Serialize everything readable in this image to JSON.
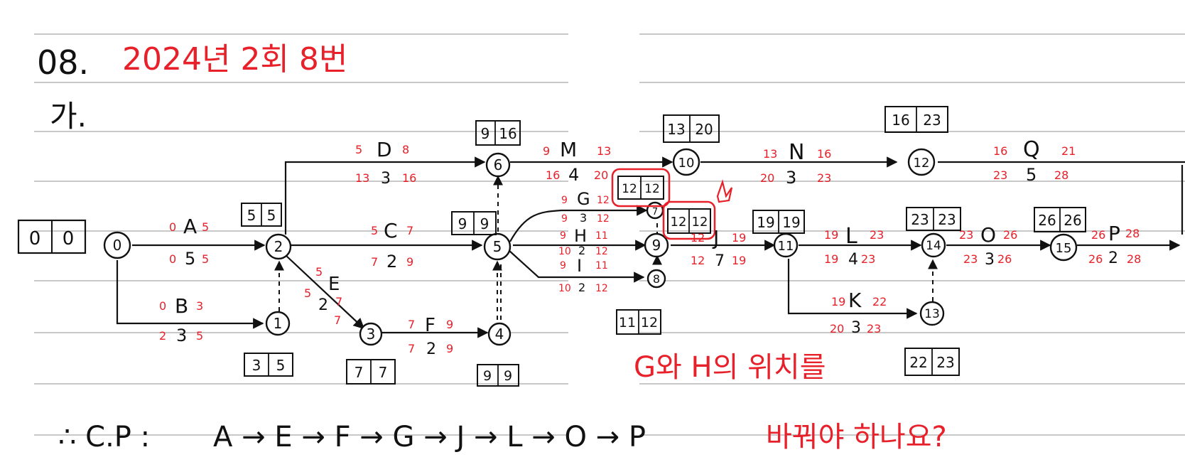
{
  "header": {
    "problem_no": "08.",
    "source": "2024년 2회 8번",
    "part": "가."
  },
  "colors": {
    "ink": "#111111",
    "red": "#e8202a",
    "rule": "#c8c8c8"
  },
  "nodes": [
    {
      "id": "0",
      "label": "0",
      "box": [
        "0",
        "0"
      ]
    },
    {
      "id": "1",
      "label": "1",
      "box": [
        "3",
        "5"
      ]
    },
    {
      "id": "2",
      "label": "2",
      "box": [
        "5",
        "5"
      ]
    },
    {
      "id": "3",
      "label": "3",
      "box": [
        "7",
        "7"
      ]
    },
    {
      "id": "4",
      "label": "4",
      "box": [
        "9",
        "9"
      ]
    },
    {
      "id": "5",
      "label": "5",
      "box": [
        "9",
        "9"
      ]
    },
    {
      "id": "6",
      "label": "6",
      "box": [
        "9",
        "16"
      ]
    },
    {
      "id": "7",
      "label": "7",
      "box": [
        "12",
        "12"
      ]
    },
    {
      "id": "8",
      "label": "8",
      "box": [
        "11",
        "12"
      ]
    },
    {
      "id": "9",
      "label": "9",
      "box": [
        "12",
        "12"
      ]
    },
    {
      "id": "10",
      "label": "10",
      "box": [
        "13",
        "20"
      ]
    },
    {
      "id": "11",
      "label": "11",
      "box": [
        "19",
        "19"
      ]
    },
    {
      "id": "12",
      "label": "12",
      "box": [
        "16",
        "23"
      ]
    },
    {
      "id": "13",
      "label": "13",
      "box": [
        "22",
        "23"
      ]
    },
    {
      "id": "14",
      "label": "14",
      "box": [
        "23",
        "23"
      ]
    },
    {
      "id": "15",
      "label": "15",
      "box": [
        "26",
        "26"
      ]
    }
  ],
  "activities": [
    {
      "name": "A",
      "dur": "5",
      "es": "0",
      "ef": "5",
      "ls": "0",
      "lf": "5"
    },
    {
      "name": "B",
      "dur": "3",
      "es": "0",
      "ef": "3",
      "ls": "2",
      "lf": "5"
    },
    {
      "name": "C",
      "dur": "2",
      "es": "5",
      "ef": "7",
      "ls": "7",
      "lf": "9"
    },
    {
      "name": "D",
      "dur": "3",
      "es": "5",
      "ef": "8",
      "ls": "13",
      "lf": "16"
    },
    {
      "name": "E",
      "dur": "2",
      "es": "5",
      "ef": "7",
      "ls": "5",
      "lf": "7"
    },
    {
      "name": "F",
      "dur": "2",
      "es": "7",
      "ef": "9",
      "ls": "7",
      "lf": "9"
    },
    {
      "name": "G",
      "dur": "3",
      "es": "9",
      "ef": "12",
      "ls": "9",
      "lf": "12"
    },
    {
      "name": "H",
      "dur": "2",
      "es": "9",
      "ef": "11",
      "ls": "10",
      "lf": "12"
    },
    {
      "name": "I",
      "dur": "2",
      "es": "9",
      "ef": "11",
      "ls": "10",
      "lf": "12"
    },
    {
      "name": "J",
      "dur": "7",
      "es": "12",
      "ef": "19",
      "ls": "12",
      "lf": "19"
    },
    {
      "name": "K",
      "dur": "3",
      "es": "19",
      "ef": "22",
      "ls": "20",
      "lf": "23"
    },
    {
      "name": "L",
      "dur": "4",
      "es": "19",
      "ef": "23",
      "ls": "19",
      "lf": "23"
    },
    {
      "name": "M",
      "dur": "4",
      "es": "9",
      "ef": "13",
      "ls": "16",
      "lf": "20"
    },
    {
      "name": "N",
      "dur": "3",
      "es": "13",
      "ef": "16",
      "ls": "20",
      "lf": "23"
    },
    {
      "name": "O",
      "dur": "3",
      "es": "23",
      "ef": "26",
      "ls": "23",
      "lf": "26"
    },
    {
      "name": "P",
      "dur": "2",
      "es": "26",
      "ef": "28",
      "ls": "26",
      "lf": "28"
    },
    {
      "name": "Q",
      "dur": "5",
      "es": "16",
      "ef": "21",
      "ls": "23",
      "lf": "28"
    }
  ],
  "notes": {
    "question_line1": "G와 H의 위치를",
    "question_line2": "바꿔야 하나요?"
  },
  "critical_path": {
    "prefix": "∴ C.P :",
    "path": [
      "A",
      "E",
      "F",
      "G",
      "J",
      "L",
      "O",
      "P"
    ]
  }
}
